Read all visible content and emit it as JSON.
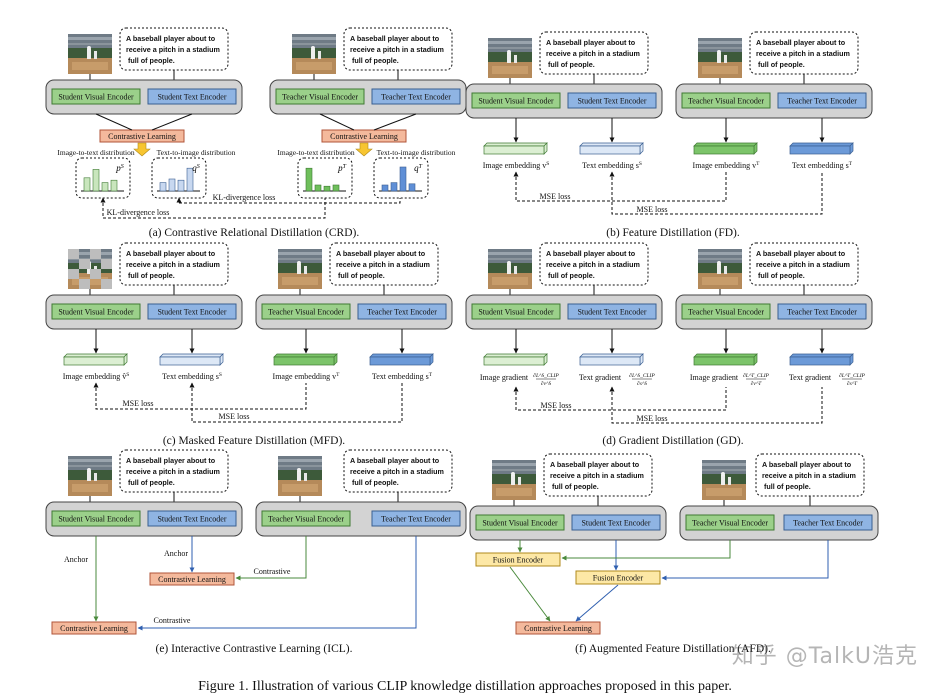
{
  "colors": {
    "green": "#9bd08a",
    "green_border": "#3f7a33",
    "blue": "#8fb4e3",
    "blue_border": "#3a5f92",
    "panel": "#d3d3d3",
    "panel_border": "#444444",
    "salmon": "#f4b99c",
    "salmon_border": "#b0553a",
    "yellow": "#fde8a6",
    "yellow_border": "#b08a1c",
    "arrow": "#f7c531",
    "line_green": "#4a8a3c",
    "line_blue": "#2f5fb0"
  },
  "common": {
    "caption_text": "A baseball player about to receive a pitch in a stadium full of people.",
    "student_visual": "Student Visual Encoder",
    "student_text": "Student Text Encoder",
    "teacher_visual": "Teacher Visual Encoder",
    "teacher_text": "Teacher Text Encoder",
    "contrastive_learning": "Contrastive Learning",
    "mse_loss": "MSE loss",
    "fusion_encoder": "Fusion Encoder"
  },
  "panels": {
    "crd": {
      "subcaption": "(a) Contrastive Relational Distillation (CRD).",
      "i2t": "Image-to-text distribution",
      "t2i": "Text-to-image distribution",
      "p_s": "p^S",
      "q_s": "q^S",
      "p_t": "p^T",
      "q_t": "q^T",
      "kl": "KL-divergence loss",
      "bars_student_p": [
        0.55,
        0.9,
        0.35,
        0.45
      ],
      "bars_student_q": [
        0.35,
        0.5,
        0.45,
        0.95
      ],
      "bars_teacher_p": [
        0.95,
        0.25,
        0.2,
        0.25
      ],
      "bars_teacher_q": [
        0.25,
        0.35,
        1.0,
        0.3
      ]
    },
    "fd": {
      "subcaption": "(b) Feature Distillation (FD).",
      "img_emb_s": "Image embedding v^S",
      "txt_emb_s": "Text embedding s^S",
      "img_emb_t": "Image embedding v^T",
      "txt_emb_t": "Text embedding s^T"
    },
    "mfd": {
      "subcaption": "(c) Masked Feature Distillation (MFD).",
      "img_emb_s": "Image embedding v̂^S",
      "txt_emb_s": "Text embedding s^S",
      "img_emb_t": "Image embedding v^T",
      "txt_emb_t": "Text embedding s^T"
    },
    "gd": {
      "subcaption": "(d) Gradient Distillation (GD).",
      "img_grad_s": "Image gradient",
      "txt_grad_s": "Text gradient",
      "img_grad_t": "Image gradient",
      "txt_grad_t": "Text gradient",
      "frac_img_s": "∂L^S_CLIP / ∂v^S",
      "frac_txt_s": "∂L^S_CLIP / ∂s^S",
      "frac_img_t": "∂L^T_CLIP / ∂v^T",
      "frac_txt_t": "∂L^T_CLIP / ∂s^T"
    },
    "icl": {
      "subcaption": "(e) Interactive Contrastive Learning (ICL).",
      "anchor": "Anchor",
      "contrastive": "Contrastive"
    },
    "afd": {
      "subcaption": "(f) Augmented Feature Distillation (AFD)."
    }
  },
  "figure_caption": "Figure 1. Illustration of various CLIP knowledge distillation approaches proposed in this paper.",
  "watermark": "知乎 @TalkU浩克"
}
